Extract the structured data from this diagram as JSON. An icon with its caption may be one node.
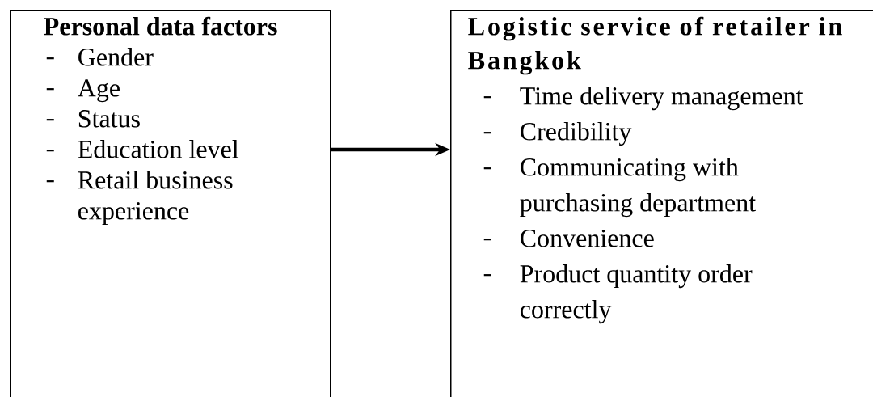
{
  "diagram": {
    "nodes": [
      {
        "text": [
          "Personal data factors",
          "Gender",
          "Age",
          "Status",
          "Education level",
          "Retail business experience"
        ]
      },
      {
        "text": [
          "Logistic service of retailer in Bangkok",
          "Time delivery management",
          "Credibility",
          "Communicating with purchasing department",
          "Convenience",
          "Product quantity order correctly"
        ]
      }
    ],
    "edges": [
      {
        "from": 0,
        "to": 1,
        "arrow": "to"
      }
    ]
  }
}
